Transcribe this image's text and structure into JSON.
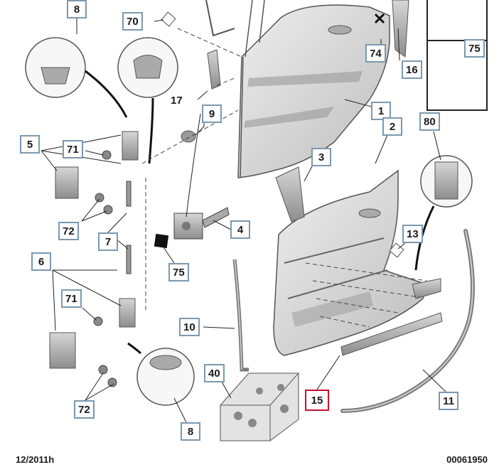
{
  "diagram": {
    "footer_left": "12/2011h",
    "footer_right": "00061950",
    "selected_callout": "15",
    "callouts": {
      "c8_top": "8",
      "c70": "70",
      "c74": "74",
      "c75_inset": "75",
      "c16": "16",
      "c17": "17",
      "c9": "9",
      "c1": "1",
      "c2": "2",
      "c80": "80",
      "c5": "5",
      "c71_top": "71",
      "c3": "3",
      "c72_top": "72",
      "c4": "4",
      "c7": "7",
      "c13": "13",
      "c75_mid": "75",
      "c6": "6",
      "c71_bottom": "71",
      "c10": "10",
      "c40": "40",
      "c15": "15",
      "c11": "11",
      "c72_bottom": "72",
      "c8_bottom": "8"
    }
  }
}
